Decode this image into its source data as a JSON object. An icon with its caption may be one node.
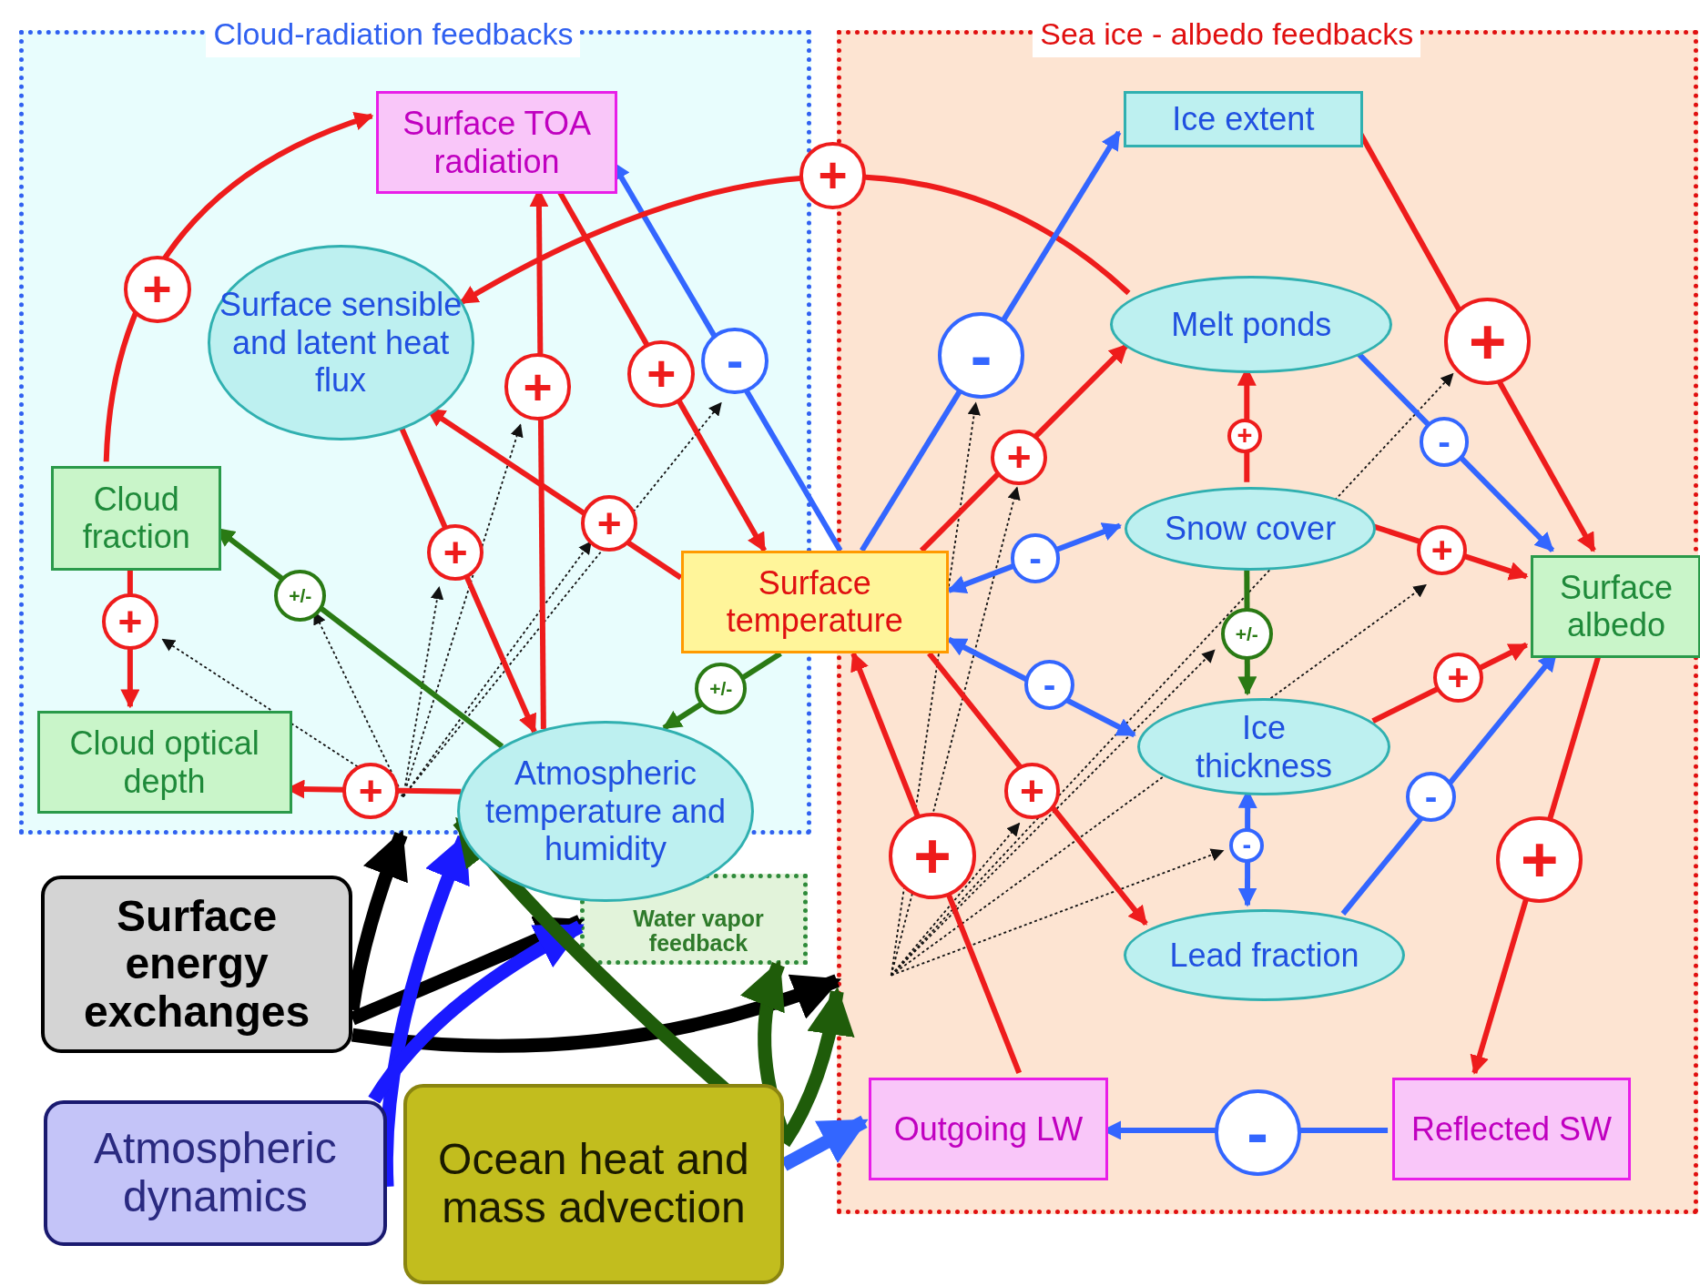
{
  "diagram": {
    "nodes": [
      {
        "text": [
          "Cloud-radiation feedbacks"
        ]
      },
      {
        "text": [
          "Sea ice - albedo feedbacks"
        ]
      },
      {
        "text": [
          "Water vapor feedback"
        ]
      },
      {
        "text": [
          "Surface TOA radiation"
        ],
        "in": 0
      },
      {
        "text": [
          "Surface sensible and latent heat flux"
        ],
        "in": 0
      },
      {
        "text": [
          "Cloud fraction"
        ],
        "in": 0
      },
      {
        "text": [
          "Cloud optical depth"
        ],
        "in": 0
      },
      {
        "text": [
          "Surface temperature"
        ]
      },
      {
        "text": [
          "Atmospheric temperature and humidity"
        ]
      },
      {
        "text": [
          "Ice extent"
        ],
        "in": 1
      },
      {
        "text": [
          "Melt ponds"
        ],
        "in": 1
      },
      {
        "text": [
          "Snow cover"
        ],
        "in": 1
      },
      {
        "text": [
          "Surface albedo"
        ],
        "in": 1
      },
      {
        "text": [
          "Ice thickness"
        ],
        "in": 1
      },
      {
        "text": [
          "Lead fraction"
        ],
        "in": 1
      },
      {
        "text": [
          "Outgoing LW"
        ],
        "in": 1
      },
      {
        "text": [
          "Reflected SW"
        ],
        "in": 1
      },
      {
        "text": [
          "Surface energy exchanges"
        ]
      },
      {
        "text": [
          "Atmospheric dynamics"
        ]
      },
      {
        "text": [
          "Ocean heat and mass advection"
        ]
      }
    ],
    "edges": [
      {
        "from": 5,
        "to": 3,
        "arrow": "to",
        "label": "+"
      },
      {
        "from": 5,
        "to": 6,
        "arrow": "to",
        "label": "+"
      },
      {
        "from": 3,
        "to": 7,
        "arrow": "to",
        "label": "+"
      },
      {
        "from": 7,
        "to": 3,
        "arrow": "to",
        "label": "-",
        "color": "#3366ff"
      },
      {
        "from": 8,
        "to": 3,
        "arrow": "to",
        "label": "+"
      },
      {
        "from": 4,
        "to": 8,
        "arrow": "to",
        "label": "+"
      },
      {
        "from": 7,
        "to": 4,
        "arrow": "to",
        "label": "+"
      },
      {
        "from": 10,
        "to": 4,
        "arrow": "to",
        "label": "+"
      },
      {
        "from": 8,
        "to": 5,
        "arrow": "to",
        "label": "+/-",
        "color": "#2a7a14"
      },
      {
        "from": 7,
        "to": 8,
        "arrow": "to",
        "label": "+/-",
        "color": "#2a7a14"
      },
      {
        "from": 8,
        "to": 6,
        "arrow": "to",
        "label": "+"
      },
      {
        "from": 7,
        "to": 9,
        "arrow": "to",
        "label": "-",
        "color": "#3366ff"
      },
      {
        "from": 7,
        "to": 10,
        "arrow": "to",
        "label": "+"
      },
      {
        "from": 11,
        "to": 7,
        "arrow": "both",
        "label": "-",
        "color": "#3366ff"
      },
      {
        "from": 13,
        "to": 7,
        "arrow": "both",
        "label": "-",
        "color": "#3366ff"
      },
      {
        "from": 11,
        "to": 10,
        "arrow": "to",
        "label": "+"
      },
      {
        "from": 11,
        "to": 13,
        "arrow": "to",
        "label": "+/-",
        "color": "#2a7a14"
      },
      {
        "from": 14,
        "to": 13,
        "arrow": "both",
        "label": "-",
        "color": "#3366ff"
      },
      {
        "from": 9,
        "to": 12,
        "arrow": "to",
        "label": "+"
      },
      {
        "from": 10,
        "to": 12,
        "arrow": "to",
        "label": "-",
        "color": "#3366ff"
      },
      {
        "from": 11,
        "to": 12,
        "arrow": "to",
        "label": "+"
      },
      {
        "from": 13,
        "to": 12,
        "arrow": "to",
        "label": "+"
      },
      {
        "from": 14,
        "to": 12,
        "arrow": "to",
        "label": "-",
        "color": "#3366ff"
      },
      {
        "from": 12,
        "to": 16,
        "arrow": "to",
        "label": "+"
      },
      {
        "from": 16,
        "to": 15,
        "arrow": "to",
        "label": "-",
        "color": "#3366ff"
      },
      {
        "from": 15,
        "to": 7,
        "arrow": "to",
        "label": "+"
      },
      {
        "from": 7,
        "to": 14,
        "arrow": "to",
        "label": "+"
      },
      {
        "from": 17,
        "to": 0,
        "arrow": "to",
        "style": "thick",
        "color": "#000000"
      },
      {
        "from": 17,
        "to": 2,
        "arrow": "to",
        "style": "thick",
        "color": "#000000"
      },
      {
        "from": 17,
        "to": 1,
        "arrow": "to",
        "style": "thick",
        "color": "#000000"
      },
      {
        "from": 18,
        "to": 8,
        "arrow": "to",
        "style": "thick",
        "color": "#1a1aff"
      },
      {
        "from": 18,
        "to": 2,
        "arrow": "to",
        "style": "thick",
        "color": "#1a1aff"
      },
      {
        "from": 19,
        "to": 8,
        "arrow": "to",
        "style": "thick",
        "color": "#1f5c0a"
      },
      {
        "from": 19,
        "to": 2,
        "arrow": "to",
        "style": "thick",
        "color": "#1f5c0a"
      },
      {
        "from": 19,
        "to": 1,
        "arrow": "to",
        "style": "thick",
        "color": "#1f5c0a"
      },
      {
        "from": 19,
        "to": 15,
        "arrow": "to",
        "style": "thick",
        "color": "#3366ff"
      }
    ]
  }
}
